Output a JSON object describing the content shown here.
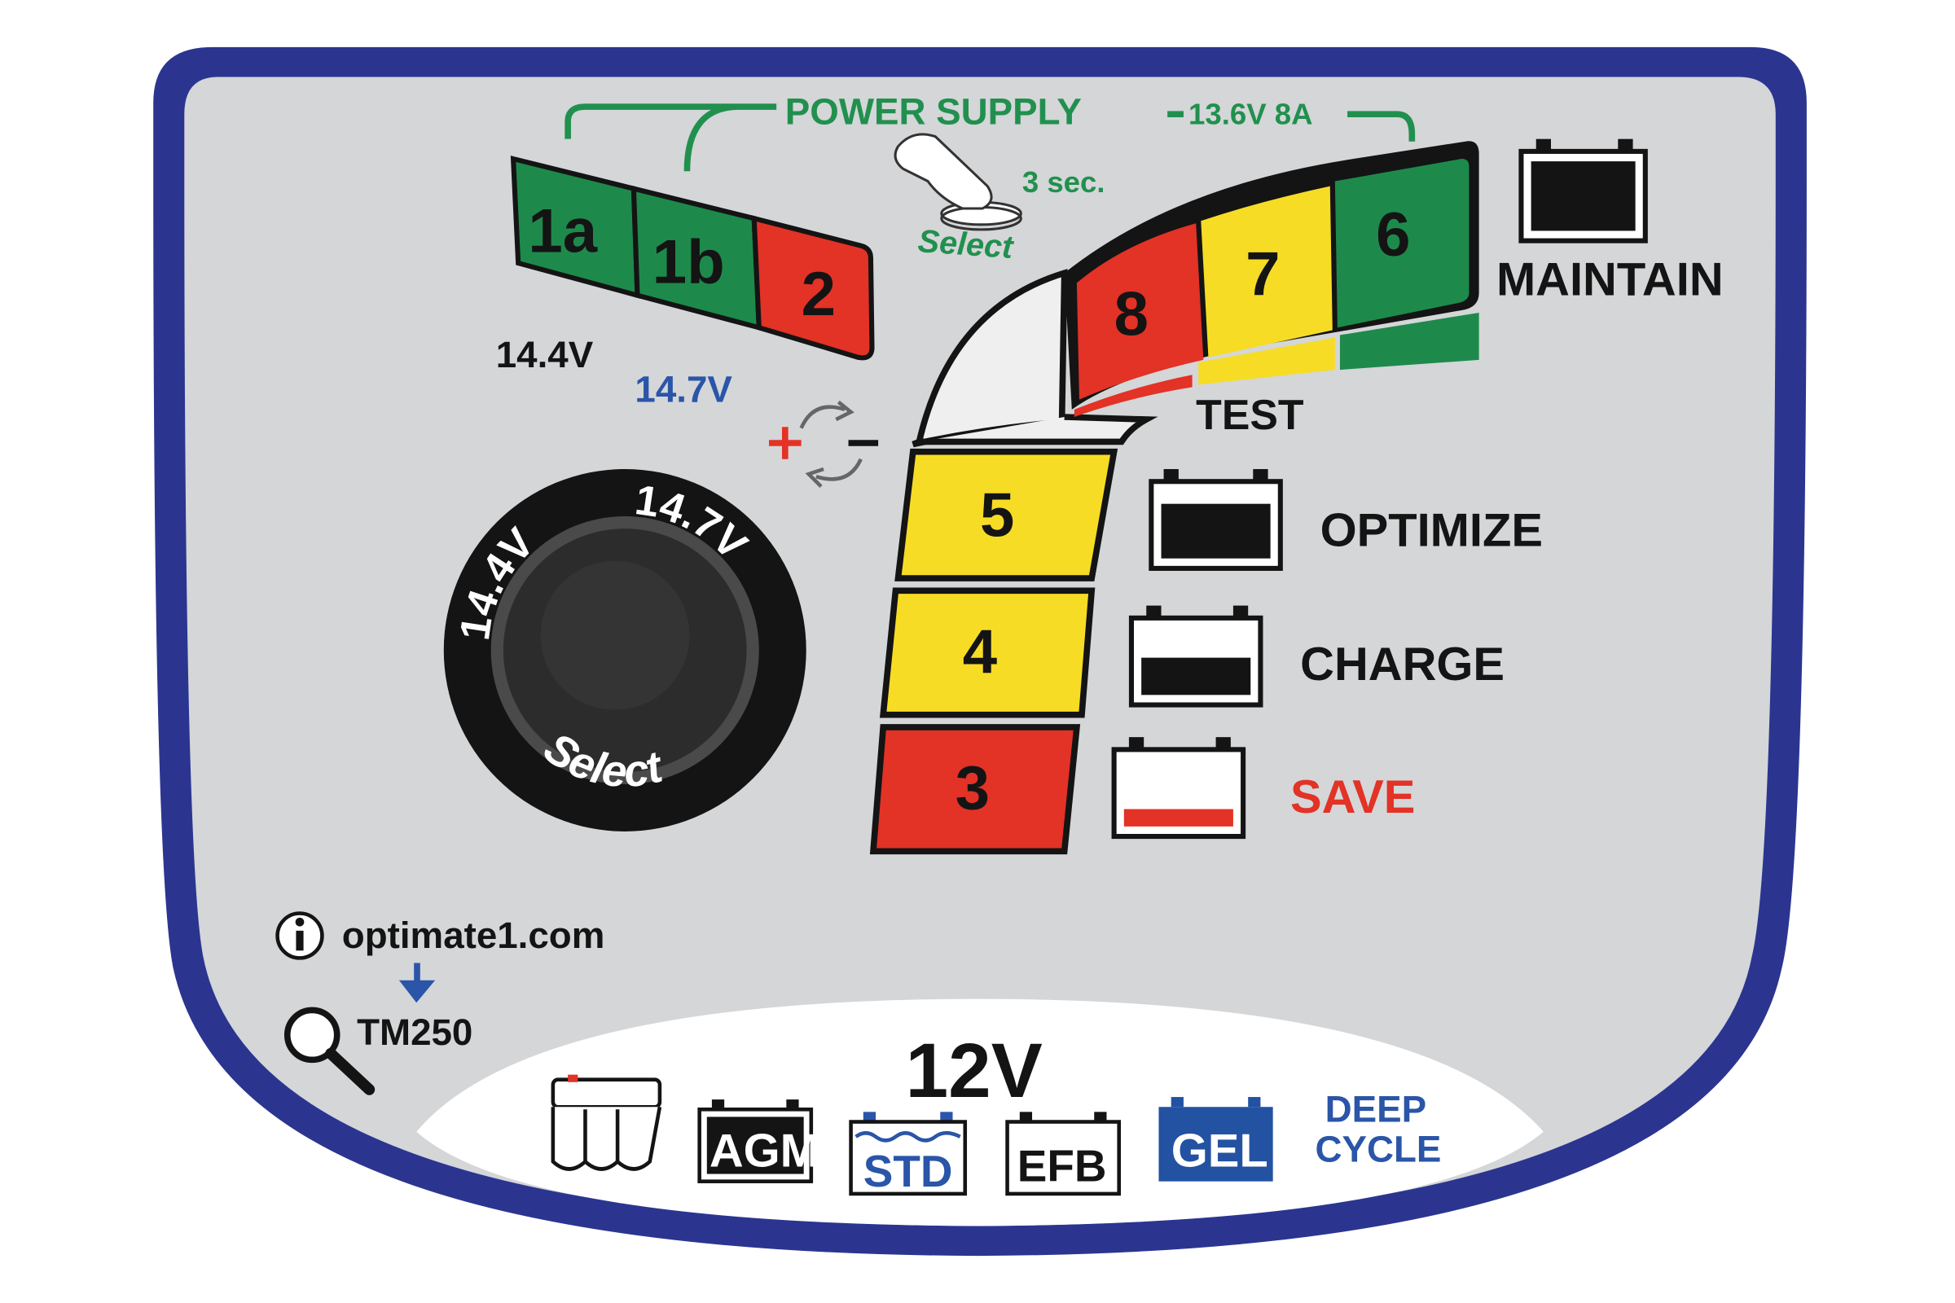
{
  "colors": {
    "frame_blue": "#2b3590",
    "panel_grey": "#d4d6d8",
    "green": "#1d8a4b",
    "green_text": "#21904e",
    "red": "#e33226",
    "yellow": "#f7dc25",
    "blue_text": "#2a55a8",
    "gel_blue": "#2352a2",
    "black": "#141414",
    "white": "#ffffff"
  },
  "power_supply": {
    "title": "POWER SUPPLY",
    "spec": "13.6V 8A",
    "hold_time": "3 sec.",
    "button_label": "Select",
    "button_icon": "pointing-finger-icon"
  },
  "top_modes": {
    "1a": "1a",
    "1b": "1b",
    "2": "2",
    "voltage_black": "14.4V",
    "voltage_blue": "14.7V"
  },
  "upper_leds": {
    "8": "8",
    "7": "7",
    "6": "6"
  },
  "lower_leds": {
    "5": "5",
    "4": "4",
    "3": "3"
  },
  "stage_labels": {
    "maintain": "MAINTAIN",
    "test": "TEST",
    "optimize": "OPTIMIZE",
    "charge": "CHARGE",
    "save": "SAVE"
  },
  "knob": {
    "left_voltage": "14.4V",
    "right_voltage": "14.7V",
    "label": "Select"
  },
  "polarity_icon": "polarity-reverse-icon",
  "info": {
    "website": "optimate1.com",
    "model": "TM250",
    "info_icon": "info-icon",
    "search_icon": "magnifier-icon",
    "arrow_icon": "arrow-down-icon"
  },
  "battery_types": {
    "voltage": "12V",
    "agm": "AGM",
    "std": "STD",
    "efb": "EFB",
    "gel": "GEL",
    "deep": "DEEP",
    "cycle": "CYCLE",
    "spiral_icon": "spiral-cell-battery-icon"
  }
}
